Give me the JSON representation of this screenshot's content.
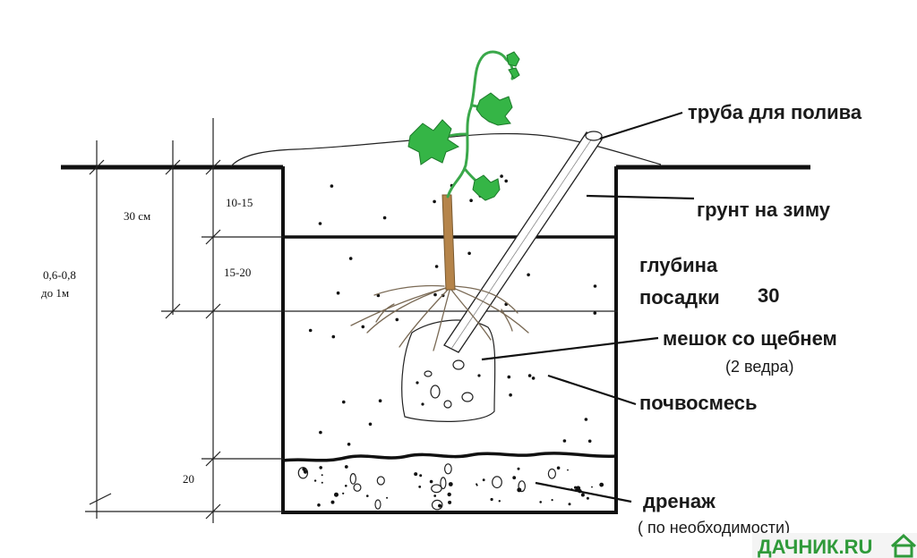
{
  "labels": {
    "pipe": "труба для полива",
    "winter_soil": "грунт на зиму",
    "depth_line1": "глубина",
    "depth_line2": "посадки",
    "depth_value": "30",
    "bag": "мешок со щебнем",
    "bag_note": "(2 ведра)",
    "soil_mix": "почвосмесь",
    "drainage": "дренаж",
    "drainage_note": "( по необходимости)"
  },
  "dimensions": {
    "total_line1": "0,6-0,8",
    "total_line2": "до 1м",
    "upper": "30 см",
    "mound": "10-15",
    "planting": "15-20",
    "drain": "20"
  },
  "watermark": {
    "text": "ДАЧНИК.RU",
    "color": "#2f9a3a"
  },
  "colors": {
    "ink": "#111111",
    "leaf": "#35b546",
    "stem": "#b5844a"
  }
}
